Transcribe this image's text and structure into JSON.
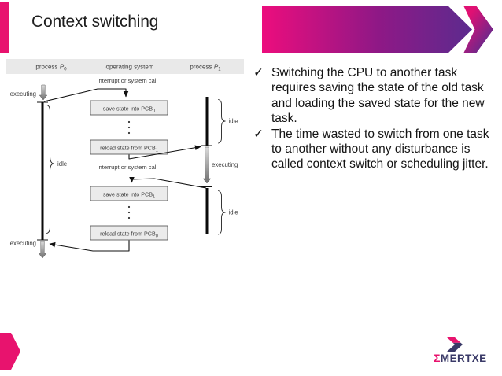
{
  "title": "Context switching",
  "colors": {
    "magenta": "#e8136e",
    "purple": "#5c2b8e",
    "navy": "#3a3a68"
  },
  "bullets": {
    "marker": "✓",
    "items": [
      "Switching the CPU to another task requires saving the state of the old task and loading the saved state for the new task.",
      "The time wasted to switch from one task to another without any disturbance is called context switch or scheduling jitter."
    ]
  },
  "diagram": {
    "columns": {
      "left_word": "process",
      "left_var": "P",
      "left_sub": "0",
      "center": "operating system",
      "right_word": "process",
      "right_var": "P",
      "right_sub": "1"
    },
    "interrupt_top": "interrupt or system call",
    "interrupt_bottom": "interrupt or system call",
    "executing_p0_top": "executing",
    "executing_p0_bottom": "executing",
    "executing_p1": "executing",
    "idle_p0": "idle",
    "idle_p1_top": "idle",
    "idle_p1_bottom": "idle",
    "boxes": {
      "save0": {
        "text": "save state into PCB",
        "sub": "0"
      },
      "reload1": {
        "text": "reload state from PCB",
        "sub": "1"
      },
      "save1": {
        "text": "save state into PCB",
        "sub": "1"
      },
      "reload0": {
        "text": "reload state from PCB",
        "sub": "0"
      }
    }
  },
  "logo": {
    "sigma": "Σ",
    "rest": "MERTXE"
  }
}
